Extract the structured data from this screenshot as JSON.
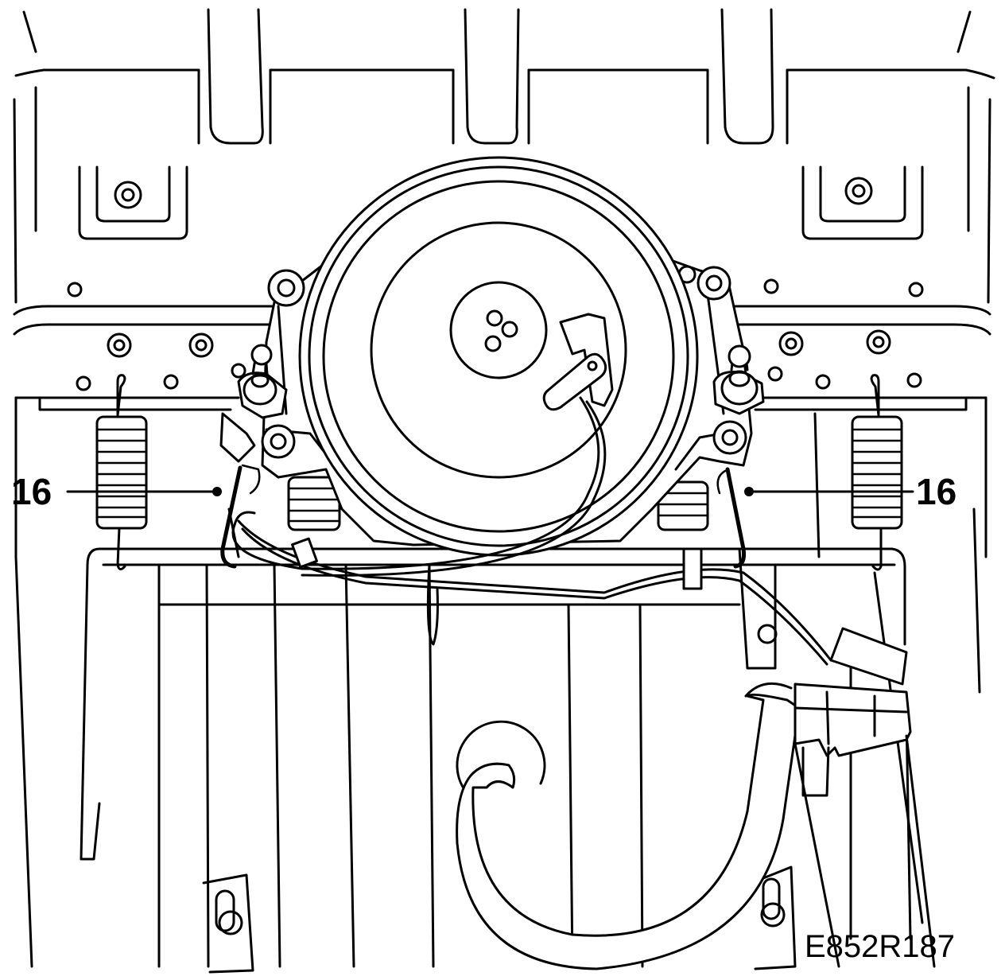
{
  "callouts": [
    {
      "id": "left",
      "label": "16"
    },
    {
      "id": "right",
      "label": "16"
    }
  ],
  "figure_code": "E852R187"
}
